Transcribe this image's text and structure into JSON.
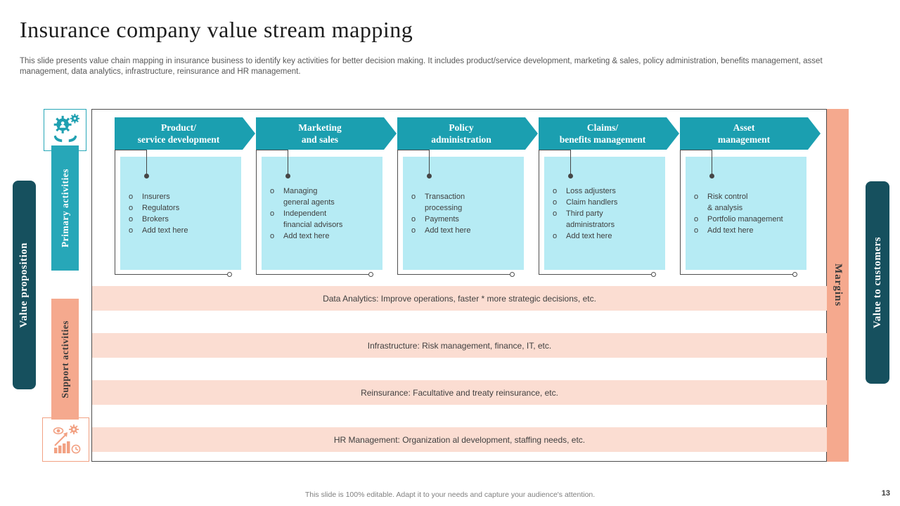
{
  "slide": {
    "title": "Insurance company value stream mapping",
    "subtitle": "This slide presents value chain mapping in insurance business to identify key activities for better decision making. It includes product/service development, marketing & sales, policy administration, benefits management, asset management, data analytics, infrastructure, reinsurance and HR management.",
    "footer_note": "This slide is 100% editable. Adapt it to your needs and capture your audience's attention.",
    "page_number": "13"
  },
  "bullet_char": "o",
  "left_rail": {
    "value_proposition_label": "Value proposition",
    "primary_activities_label": "Primary  activities",
    "support_activities_label": "Support  activities"
  },
  "right_rail": {
    "margins_label": "Margins",
    "value_to_customers_label": "Value to customers"
  },
  "columns": [
    {
      "header": "Product/\nservice development",
      "items": [
        "Insurers",
        "Regulators",
        "Brokers",
        "Add text here"
      ]
    },
    {
      "header": "Marketing\nand  sales",
      "items": [
        "Managing\ngeneral  agents",
        "Independent\nfinancial  advisors",
        "Add text here"
      ]
    },
    {
      "header": "Policy\nadministration",
      "items": [
        "Transaction\nprocessing",
        "Payments",
        "Add text here"
      ]
    },
    {
      "header": "Claims/\nbenefits management",
      "items": [
        "Loss adjusters",
        "Claim handlers",
        "Third  party\nadministrators",
        "Add text here"
      ]
    },
    {
      "header": "Asset\nmanagement",
      "items": [
        "Risk control\n& analysis",
        "Portfolio  management",
        "Add text here"
      ]
    }
  ],
  "support_rows": [
    {
      "label": "Data Analytics: Improve  operations, faster * more strategic decisions, etc."
    },
    {
      "label": "Infrastructure:  Risk management,  finance,  IT,  etc."
    },
    {
      "label": "Reinsurance:  Facultative  and treaty reinsurance,  etc."
    },
    {
      "label": "HR Management:  Organization al development,  staffing needs, etc."
    }
  ],
  "icons": {
    "top_left": "gears-in-hands-icon",
    "bottom_left": "analytics-growth-icon"
  },
  "colors": {
    "teal": "#1B9FB0",
    "teal_light": "#27A7B8",
    "dark_teal": "#16505E",
    "cyan_fill": "#B6EBF4",
    "salmon": "#F5A98E",
    "salmon_light": "#FBDDD2",
    "icon_salmon": "#F2A183",
    "text_dark": "#3F3F3F",
    "text_gray": "#595959"
  }
}
